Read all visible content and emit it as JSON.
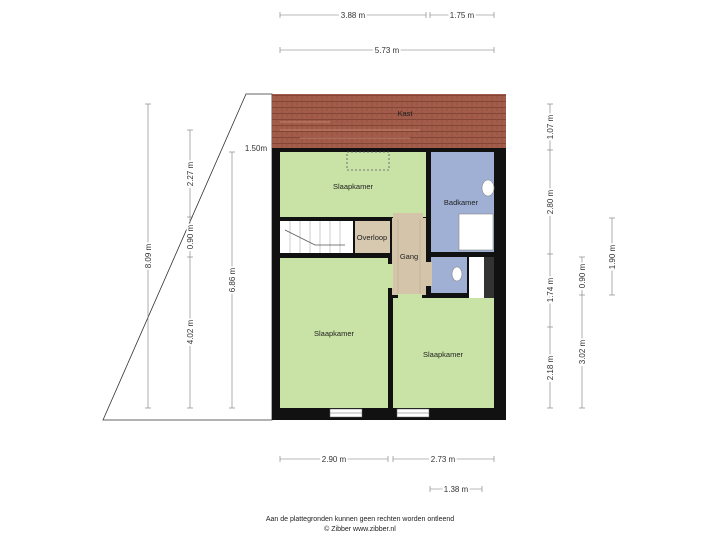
{
  "rooms": {
    "kast": "Kast",
    "slaapkamer_top": "Slaapkamer",
    "badkamer": "Badkamer",
    "overloop": "Overloop",
    "gang": "Gang",
    "slaapkamer_left": "Slaapkamer",
    "slaapkamer_right": "Slaapkamer"
  },
  "dimensions": {
    "top_a": "3.88 m",
    "top_b": "1.75 m",
    "top_total": "5.73 m",
    "bottom_a": "2.90 m",
    "bottom_b": "2.73 m",
    "bottom_c": "1.38 m",
    "left_total": "8.09 m",
    "left_a": "2.27 m",
    "left_b": "0.90 m",
    "left_c": "4.02 m",
    "left_inner": "6.86 m",
    "eave_height": "1.50m",
    "right_a": "1.07 m",
    "right_b": "2.80 m",
    "right_c": "1.74 m",
    "right_d": "2.18 m",
    "right_e": "0.90 m",
    "right_f": "3.02 m",
    "right_g": "1.90 m"
  },
  "colors": {
    "bedroom": "#c9e3a6",
    "bathroom": "#9fb0d4",
    "landing": "#d6c9b0",
    "hall": "#d3c4aa",
    "roof": "#a05a48",
    "wall": "#111111"
  },
  "footer": {
    "disclaimer": "Aan de plattegronden kunnen geen rechten worden ontleend",
    "copyright": "© Zibber www.zibber.nl"
  }
}
